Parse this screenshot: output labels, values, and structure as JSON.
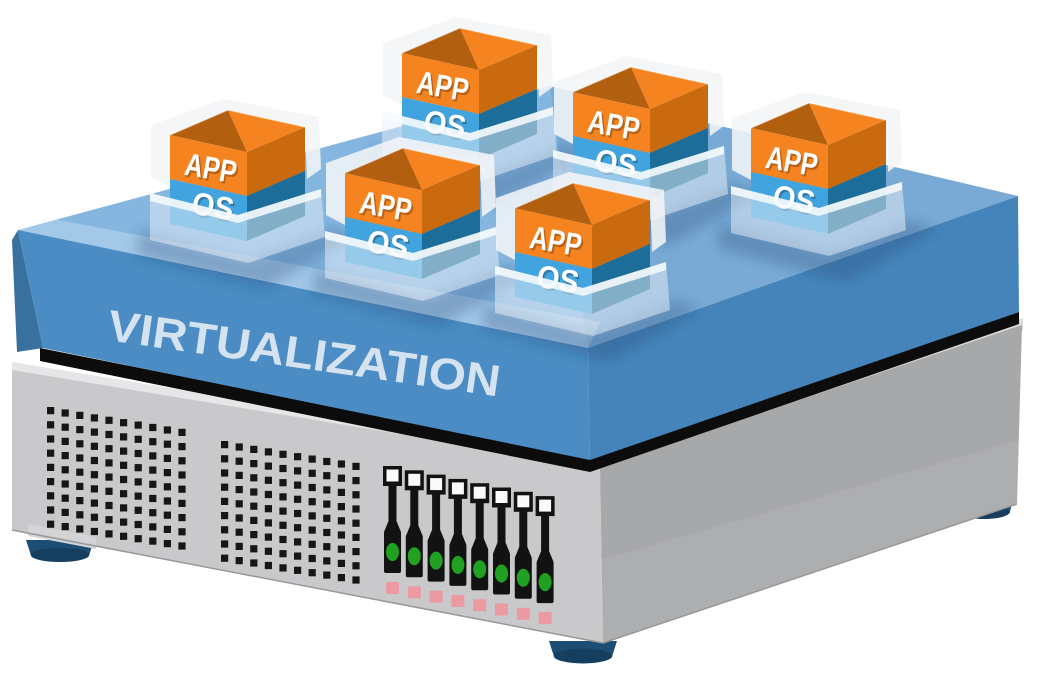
{
  "background_color": "#FFFFFF",
  "virtualization_layer": {
    "label": "VIRTUALIZATION",
    "label_color": "#D5E3F0",
    "top_color": "#84B6E0",
    "front_color": "#4A8CC3",
    "right_color": "#4584BA",
    "left_color": "#39719E"
  },
  "vms": [
    {
      "app": "APP",
      "os": "OS"
    },
    {
      "app": "APP",
      "os": "OS"
    },
    {
      "app": "APP",
      "os": "OS"
    },
    {
      "app": "APP",
      "os": "OS"
    },
    {
      "app": "APP",
      "os": "OS"
    },
    {
      "app": "APP",
      "os": "OS"
    }
  ],
  "vm_style": {
    "app_front_color": "#F5831F",
    "app_side_color": "#C86A0D",
    "app_inner_color": "#B25F10",
    "os_front_color": "#42A4DE",
    "os_side_color": "#1C6D99",
    "tray_color": "#F3F5F7",
    "tray_front_color": "#E9F0F7",
    "tray_rim_color": "#F8FBFD",
    "label_color": "#FFFFFF"
  },
  "server": {
    "front_color": "#C9C9CB",
    "side_color": "#A7A8AA",
    "top_edge_color": "#E4E6E7",
    "gap_color": "#0C0C0C",
    "vent_grid_count": 2,
    "vent_hole_color": "#161616",
    "drive_bay_count": 8,
    "drive_handle_color": "#121212",
    "drive_slot_white": "#FAFAFA",
    "drive_led_color": "#21A121",
    "drive_slot_color": "#EC9AA2",
    "foot_count": 3,
    "foot_color": "#1D4D74",
    "foot_bottom_color": "#153E5F"
  }
}
